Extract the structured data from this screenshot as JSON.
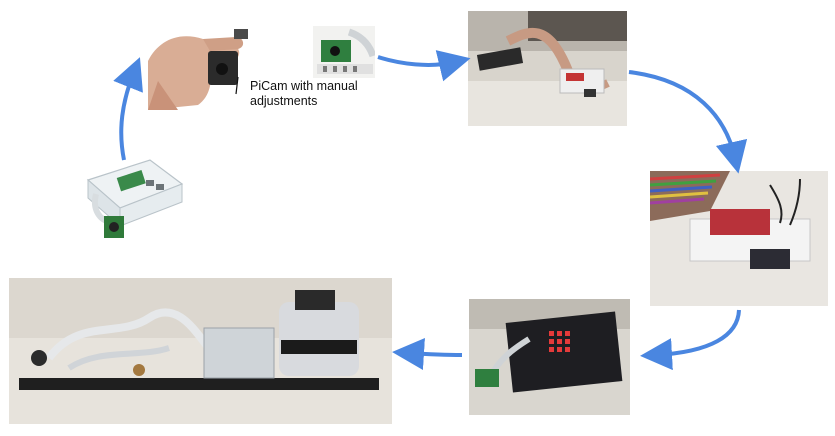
{
  "annotation": {
    "caption": "PiCam with manual adjustments"
  },
  "photos": [
    {
      "id": "pi-case-with-camera",
      "kind": "board"
    },
    {
      "id": "hand-holding-picam",
      "kind": "hand"
    },
    {
      "id": "picam-closeup",
      "kind": "board"
    },
    {
      "id": "ribbon-breadboard-setup",
      "kind": "desk"
    },
    {
      "id": "breadboard-sensor-closeup",
      "kind": "breadboard"
    },
    {
      "id": "pi-led-matrix-hat",
      "kind": "board"
    },
    {
      "id": "final-assembled-rig",
      "kind": "rig"
    }
  ],
  "colors": {
    "arrow": "#4a86e0"
  }
}
